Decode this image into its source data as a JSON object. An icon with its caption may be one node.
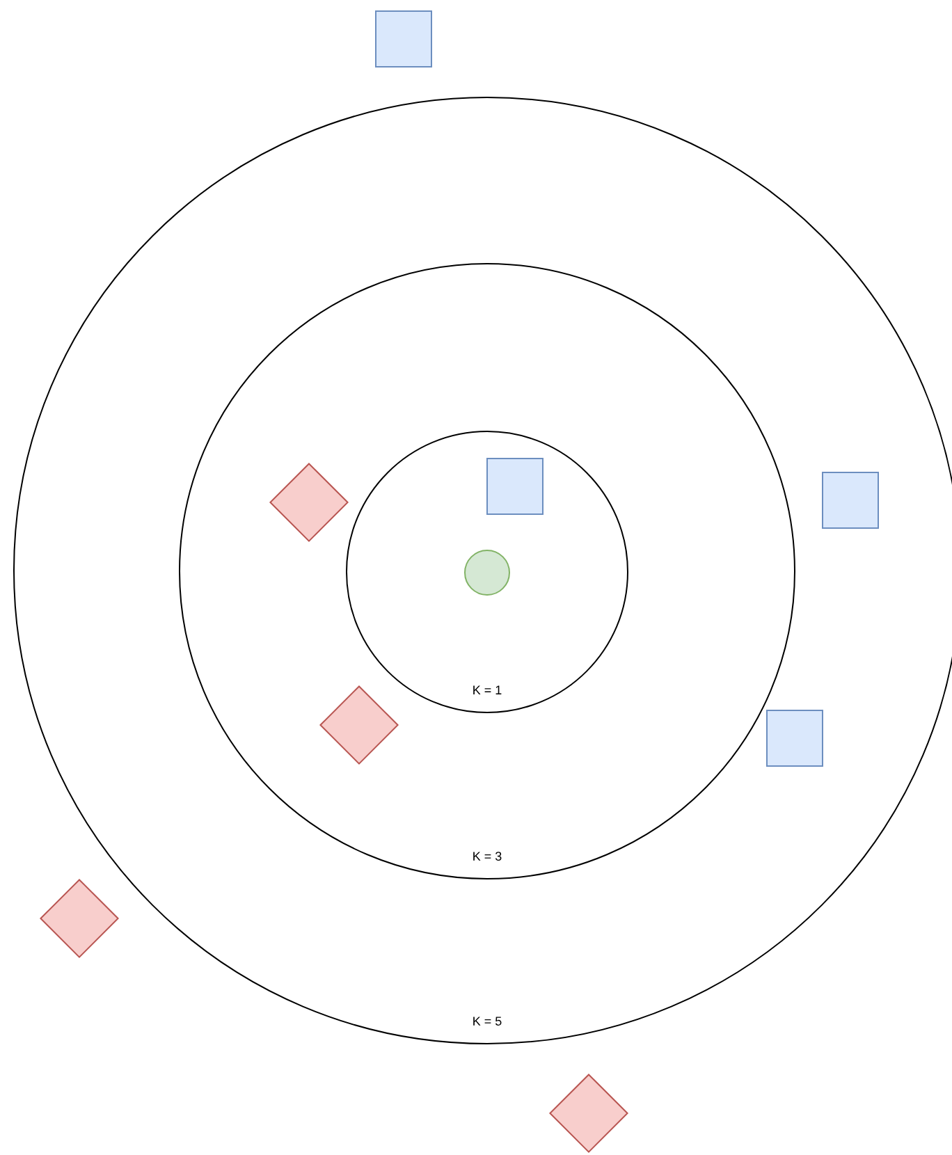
{
  "diagram": {
    "nodes": [
      {
        "text": [
          "K = 5"
        ]
      },
      {
        "text": [
          "K = 3"
        ],
        "in": 0
      },
      {
        "text": [
          "K = 1"
        ],
        "in": 1
      },
      {
        "text": [],
        "shape": "circle",
        "in": 2
      },
      {
        "text": [],
        "shape": "box",
        "in": 2
      },
      {
        "text": [],
        "shape": "diamond",
        "in": 1
      },
      {
        "text": [],
        "shape": "diamond",
        "in": 1
      },
      {
        "text": [],
        "shape": "box",
        "in": 0
      },
      {
        "text": [],
        "shape": "box",
        "in": 0
      },
      {
        "text": [],
        "shape": "box"
      },
      {
        "text": [],
        "shape": "diamond"
      },
      {
        "text": [],
        "shape": "diamond"
      }
    ]
  }
}
